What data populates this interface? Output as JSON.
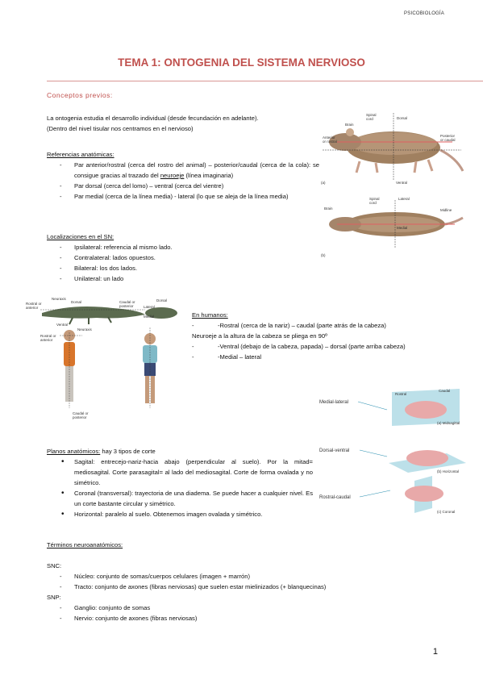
{
  "header": {
    "label": "PSICOBIOLOGÍA"
  },
  "title": "TEMA 1: ONTOGENIA DEL SISTEMA NERVIOSO",
  "section_previos": "Conceptos previos:",
  "intro": [
    "La ontogenia estudia el desarrollo individual (desde fecundación en adelante).",
    "(Dentro del nivel tisular nos centramos en el nervioso)"
  ],
  "referencias": {
    "heading": "Referencias anatómicas:",
    "item1_a": "Par anterior/rostral (cerca del rostro del animal) – posterior/caudal (cerca de la cola): se consigue gracias al trazado del ",
    "item1_b": "neuroeje",
    "item1_c": " (línea imaginaria)",
    "item2": "Par dorsal (cerca del lomo) – ventral (cerca del vientre)",
    "item3": "Par medial (cerca de la línea media) - lateral (lo que se aleja de la línea media)"
  },
  "localizaciones": {
    "heading": "Localizaciones en el SN:",
    "items": [
      "Ipsilateral: referencia al mismo lado.",
      "Contralateral: lados opuestos.",
      "Bilateral: los dos lados.",
      "Unilateral: un lado"
    ]
  },
  "humanos": {
    "heading": "En humanos:",
    "line1": "-Rostral (cerca de la nariz) – caudal (parte atrás de la cabeza)",
    "line2": "Neuroeje a la altura de la cabeza se pliega en 90º",
    "line3": "-Ventral (debajo de la cabeza, papada) – dorsal (parte arriba cabeza)",
    "line4": "-Medial – lateral",
    "dash": "-"
  },
  "planos": {
    "heading": "Planos anatómicos:",
    "heading_rest": " hay 3 tipos de corte",
    "items": [
      "Sagital: entrecejo-nariz-hacia abajo (perpendicular al suelo). Por la mitad= mediosagital. Corte parasagital= al lado del mediosagital. Corte de forma ovalada y no simétrico.",
      "Coronal (transversal): trayectoria de una diadema. Se puede hacer a cualquier nivel. Es un corte bastante circular y simétrico.",
      "Horizontal: paralelo al suelo. Obtenemos imagen ovalada y simétrico."
    ]
  },
  "terminos": {
    "heading": "Términos neuroanatómicos:",
    "snc_label": "SNC:",
    "snc_items": [
      "Núcleo: conjunto de somas/cuerpos celulares (imagen + marrón)",
      "Tracto: conjunto de axones (fibras nerviosas) que suelen estar mielinizados (+ blanquecinas)"
    ],
    "snp_label": "SNP:",
    "snp_items": [
      "Ganglio: conjunto de somas",
      "Nervio: conjunto de axones (fibras nerviosas)"
    ]
  },
  "rat_figure": {
    "top": {
      "brain": "Brain",
      "spinal": "Spinal",
      "cord": "cord",
      "dorsal": "Dorsal",
      "anterior": "Anterior",
      "or_rostral": "or rostral",
      "posterior": "Posterior",
      "or_caudal": "or caudal",
      "ventral": "Ventral",
      "tag": "(a)"
    },
    "bottom": {
      "brain": "Brain",
      "spinal": "Spinal",
      "cord": "cord",
      "lateral": "Lateral",
      "medial": "Medial",
      "midline": "Midline",
      "tag": "(b)"
    }
  },
  "human_figure": {
    "neuraxis": "Neuraxis",
    "dorsal": "Dorsal",
    "rostral": "Rostral or",
    "anterior": "anterior",
    "caudal": "Caudal or",
    "posterior": "posterior",
    "ventral": "Ventral",
    "lateral": "Lateral",
    "medial": "Medial"
  },
  "brain_figure": {
    "labels": [
      "Medial-lateral",
      "Dorsal-ventral",
      "Rostral-caudal"
    ],
    "captions": [
      "(a) Midsagittal",
      "(b) Horizontal",
      "(c) Coronal"
    ],
    "rostral": "Rostral",
    "caudal": "Caudal"
  },
  "page_number": "1",
  "colors": {
    "accent": "#c0504d",
    "rule": "#d99694",
    "plane": "#9fd3e0",
    "brain": "#e8a9a9"
  }
}
